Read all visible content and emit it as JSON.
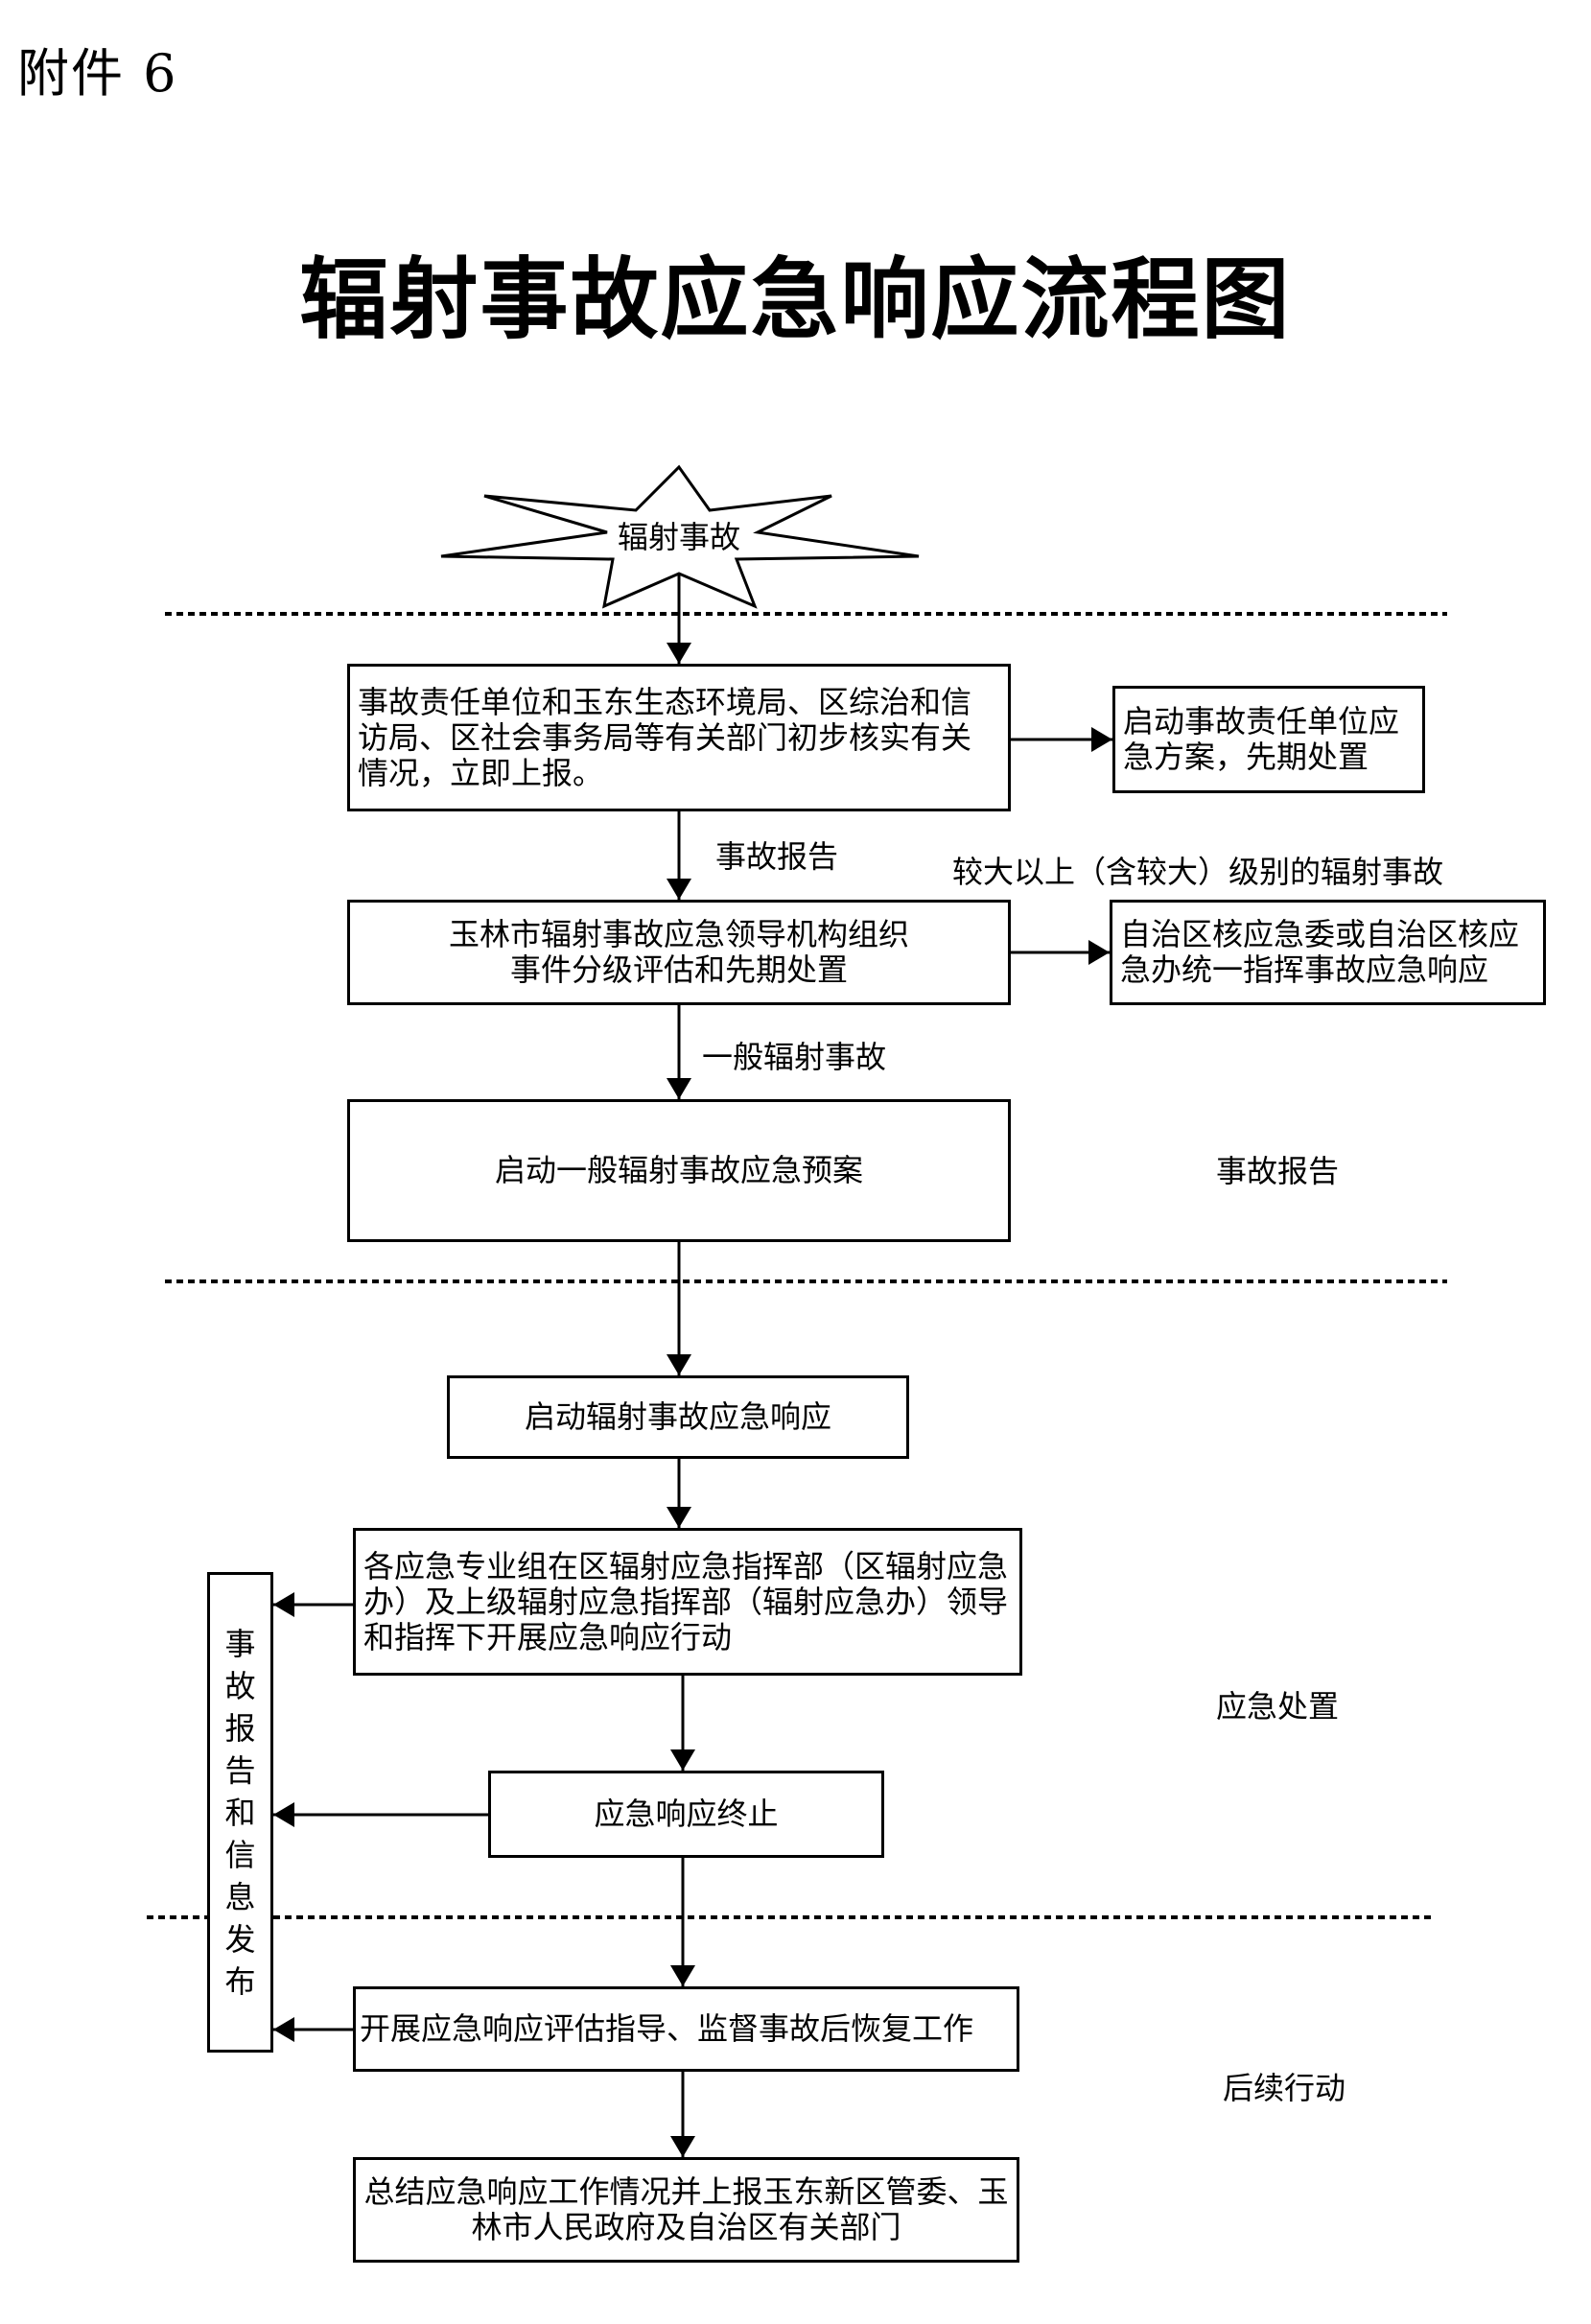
{
  "header": {
    "attachment_label": "附件 6",
    "title": "辐射事故应急响应流程图"
  },
  "start_node": {
    "label": "辐射事故",
    "shape": "star-burst"
  },
  "boxes": {
    "initial_report": "事故责任单位和玉东生态环境局、区综治和信访局、区社会事务局等有关部门初步核实有关情况，立即上报。",
    "unit_plan": "启动事故责任单位应急方案，先期处置",
    "city_assessment_line1": "玉林市辐射事故应急领导机构组织",
    "city_assessment_line2": "事件分级评估和先期处置",
    "region_command": "自治区核应急委或自治区核应急办统一指挥事故应急响应",
    "general_plan": "启动一般辐射事故应急预案",
    "start_response": "启动辐射事故应急响应",
    "field_action": "各应急专业组在区辐射应急指挥部（区辐射应急办）及上级辐射应急指挥部（辐射应急办）领导 和指挥下开展应急响应行动",
    "response_end": "应急响应终止",
    "evaluation": "开展应急响应评估指导、监督事故后恢复工作",
    "summary": "总结应急响应工作情况并上报玉东新区管委、玉林市人民政府及自治区有关部门"
  },
  "side_box": {
    "chars": [
      "事",
      "故",
      "报",
      "告",
      "和",
      "信",
      "息",
      "发",
      "布"
    ]
  },
  "edge_labels": {
    "report": "事故报告",
    "major": "较大以上（含较大）级别的辐射事故",
    "general": "一般辐射事故"
  },
  "phases": [
    {
      "label": "事故报告"
    },
    {
      "label": "应急处置"
    },
    {
      "label": "后续行动"
    }
  ]
}
